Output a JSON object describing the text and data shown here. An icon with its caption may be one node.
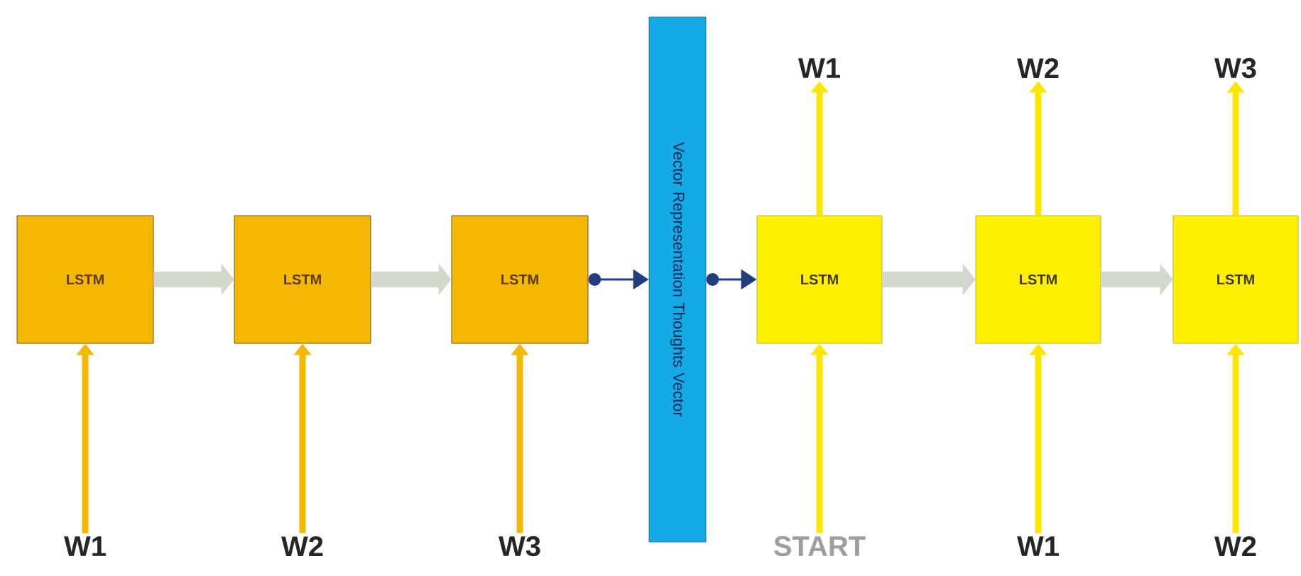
{
  "diagram": {
    "nodes": [
      {
        "text": [
          "LSTM"
        ]
      },
      {
        "text": [
          "LSTM"
        ]
      },
      {
        "text": [
          "LSTM"
        ]
      },
      {
        "text": [
          "Vector Representation Thoughts Vector"
        ]
      },
      {
        "text": [
          "LSTM"
        ]
      },
      {
        "text": [
          "LSTM"
        ]
      },
      {
        "text": [
          "LSTM"
        ]
      },
      {
        "text": [
          "W1"
        ]
      },
      {
        "text": [
          "W2"
        ]
      },
      {
        "text": [
          "W3"
        ]
      },
      {
        "text": [
          "START"
        ]
      },
      {
        "text": [
          "W1"
        ]
      },
      {
        "text": [
          "W2"
        ]
      },
      {
        "text": [
          "W1"
        ]
      },
      {
        "text": [
          "W2"
        ]
      },
      {
        "text": [
          "W3"
        ]
      }
    ],
    "edges": [
      {
        "from": 0,
        "to": 1,
        "arrow": "to",
        "style": "thick",
        "color": "#d4d8cc"
      },
      {
        "from": 1,
        "to": 2,
        "arrow": "to",
        "style": "thick",
        "color": "#d4d8cc"
      },
      {
        "from": 2,
        "to": 3,
        "arrow": "to",
        "color": "#1f3f7f"
      },
      {
        "from": 3,
        "to": 4,
        "arrow": "to",
        "color": "#1f3f7f"
      },
      {
        "from": 4,
        "to": 5,
        "arrow": "to",
        "style": "thick",
        "color": "#d4d8cc"
      },
      {
        "from": 5,
        "to": 6,
        "arrow": "to",
        "style": "thick",
        "color": "#d4d8cc"
      },
      {
        "from": 7,
        "to": 0,
        "arrow": "to",
        "color": "#f5b800"
      },
      {
        "from": 8,
        "to": 1,
        "arrow": "to",
        "color": "#f5b800"
      },
      {
        "from": 9,
        "to": 2,
        "arrow": "to",
        "color": "#f5b800"
      },
      {
        "from": 10,
        "to": 4,
        "arrow": "to"
      },
      {
        "from": 11,
        "to": 5,
        "arrow": "to"
      },
      {
        "from": 12,
        "to": 6,
        "arrow": "to"
      },
      {
        "from": 4,
        "to": 13,
        "arrow": "to"
      },
      {
        "from": 5,
        "to": 14,
        "arrow": "to"
      },
      {
        "from": 6,
        "to": 15,
        "arrow": "to"
      }
    ]
  }
}
